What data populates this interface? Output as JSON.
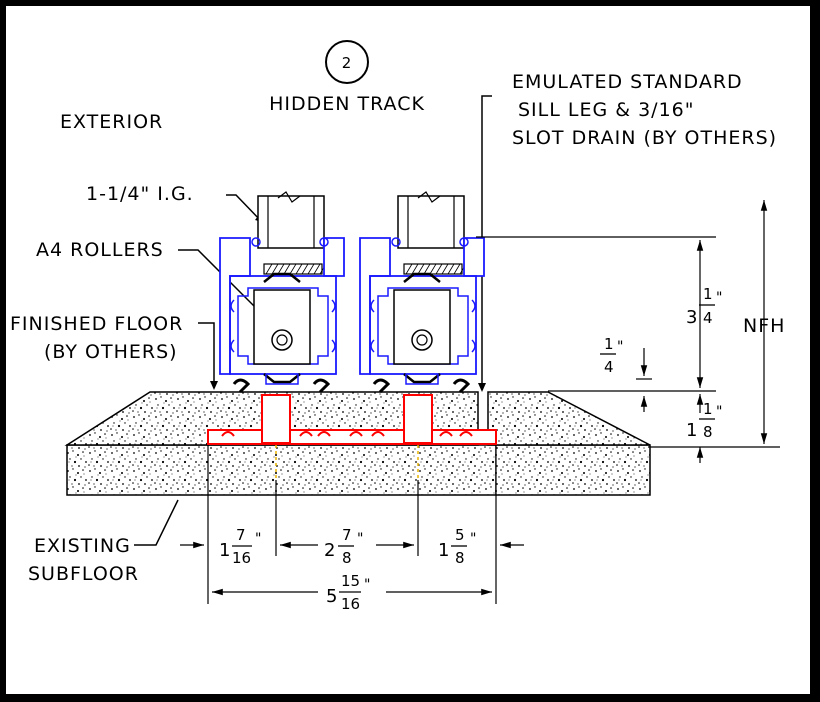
{
  "detail": {
    "number": "2",
    "title": "HIDDEN TRACK"
  },
  "labels": {
    "exterior": "EXTERIOR",
    "emulated_line1": "EMULATED STANDARD",
    "emulated_line2": "SILL LEG & 3/16\"",
    "emulated_line3": "SLOT DRAIN (BY OTHERS)",
    "ig": "1-1/4\" I.G.",
    "rollers": "A4 ROLLERS",
    "finished_floor_line1": "FINISHED FLOOR",
    "finished_floor_line2": "(BY OTHERS)",
    "existing_line1": "EXISTING",
    "existing_line2": "SUBFLOOR",
    "nfh": "NFH"
  },
  "dimensions": {
    "height_upper": {
      "whole": "3",
      "num": "1",
      "den": "4"
    },
    "quarter": {
      "whole": "",
      "num": "1",
      "den": "4"
    },
    "height_lower": {
      "whole": "1",
      "num": "1",
      "den": "8"
    },
    "width_a": {
      "whole": "1",
      "num": "7",
      "den": "16"
    },
    "width_b": {
      "whole": "2",
      "num": "7",
      "den": "8"
    },
    "width_c": {
      "whole": "1",
      "num": "5",
      "den": "8"
    },
    "width_total": {
      "whole": "5",
      "num": "15",
      "den": "16"
    }
  },
  "colors": {
    "frame_profile": "#1a1aff",
    "track": "#ff0000",
    "drain": "#e8b400",
    "line": "#000000"
  }
}
